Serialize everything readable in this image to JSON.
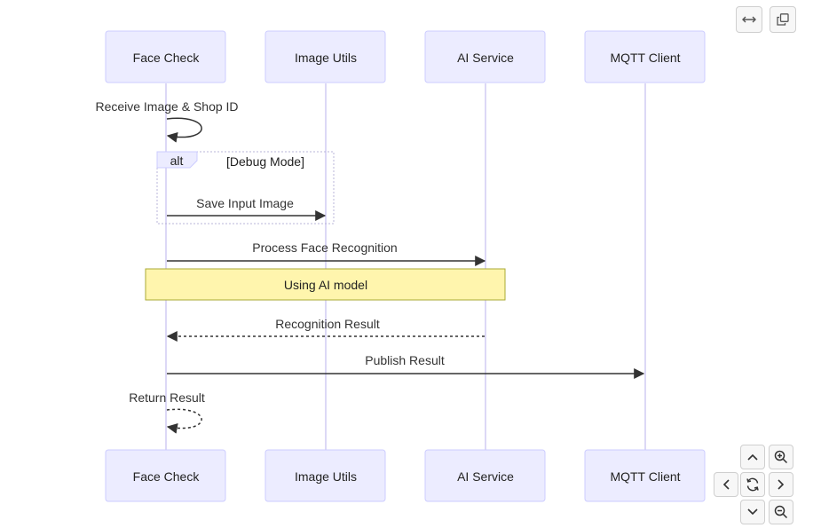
{
  "actors": [
    "Face Check",
    "Image Utils",
    "AI Service",
    "MQTT Client"
  ],
  "messages": {
    "receive": "Receive Image & Shop ID",
    "save": "Save Input Image",
    "process": "Process Face Recognition",
    "result": "Recognition Result",
    "publish": "Publish Result",
    "return": "Return Result"
  },
  "alt_block": {
    "keyword": "alt",
    "condition": "[Debug Mode]"
  },
  "note": {
    "text": "Using AI model",
    "fill": "#fff5ad",
    "stroke": "#aaaa33"
  },
  "colors": {
    "actor_fill": "#ececff",
    "actor_stroke": "#ccccff",
    "line": "#333333"
  },
  "controls": {
    "top": [
      "expand-icon",
      "copy-icon"
    ],
    "nav": [
      "chevron-up-icon",
      "zoom-in-icon",
      "chevron-left-icon",
      "reset-icon",
      "chevron-right-icon",
      "chevron-down-icon",
      "zoom-out-icon"
    ]
  }
}
